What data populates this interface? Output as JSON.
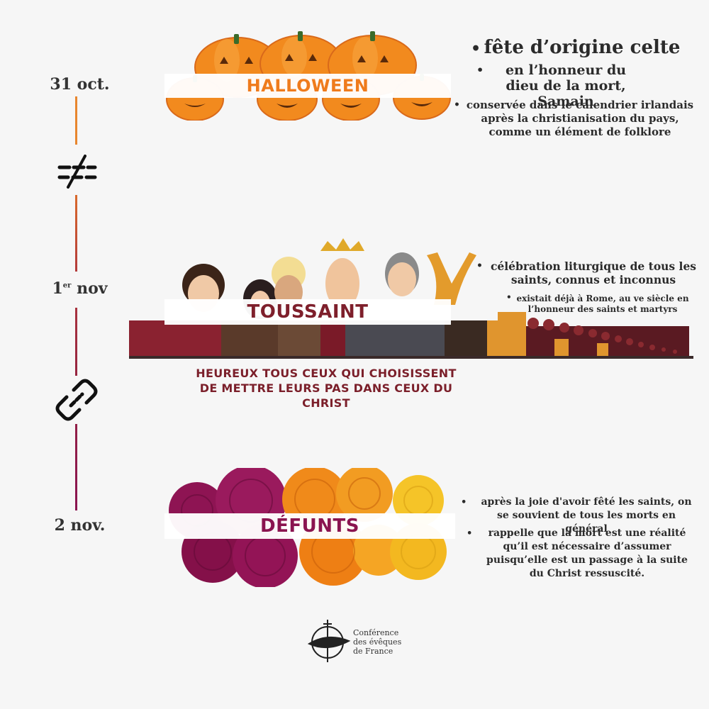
{
  "dates": {
    "halloween": "31 oct.",
    "toussaint_day": "1",
    "toussaint_sup": "er",
    "toussaint_month": "nov",
    "defunts": "2 nov."
  },
  "halloween": {
    "title": "HALLOWEEN",
    "bullets": [
      "fête d’origine celte",
      "en l’honneur du dieu de la mort, Samain",
      "conservée dans le calendrier irlandais après la christianisation du pays, comme un élément de folklore"
    ]
  },
  "toussaint": {
    "title": "TOUSSAINT",
    "bullets": [
      "célébration liturgique de tous les saints, connus et inconnus",
      "existait déjà à Rome, au ve siècle en l’honneur des saints et martyrs"
    ],
    "quote_line1": "HEUREUX TOUS CEUX QUI CHOISISSENT",
    "quote_line2": "DE METTRE LEURS PAS DANS CEUX DU CHRIST"
  },
  "defunts": {
    "title": "DÉFUNTS",
    "bullets": [
      "après la joie d'avoir fêté les saints, on se souvient de tous les morts en général",
      "rappelle que la mort est une réalité qu’il est nécessaire d’assumer puisqu’elle est un passage à la suite du Christ ressuscité."
    ]
  },
  "logo": {
    "line1": "Conférence",
    "line2": "des évêques",
    "line3": "de France"
  },
  "icons": {
    "between_1": "not-equal-icon",
    "between_2": "chain-link-icon"
  },
  "colors": {
    "orange": "#f07c1b",
    "dark_red": "#8b1a2b",
    "magenta": "#8e1453",
    "background": "#f6f6f6"
  }
}
